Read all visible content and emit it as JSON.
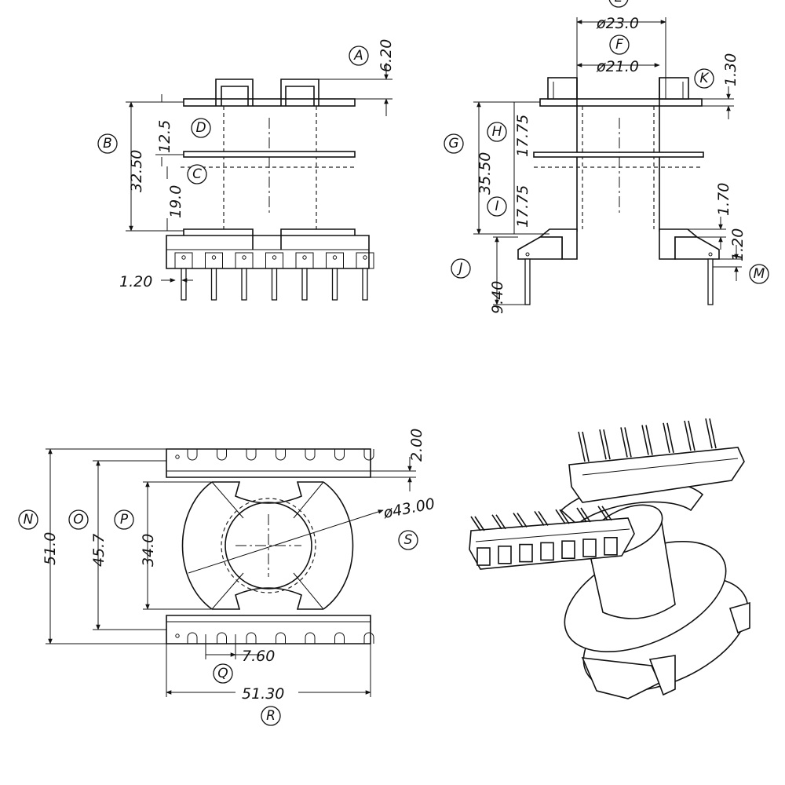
{
  "dimensions": {
    "a_height": "6.20",
    "b_height": "32.50",
    "d_height": "12.5",
    "c_height": "19.0",
    "pin_width_front": "1.20",
    "e_diameter": "ø23.0",
    "f_diameter": "ø21.0",
    "k_thickness": "1.30",
    "g_height": "35.50",
    "h_height": "17.75",
    "i_height": "17.75",
    "flange_thickness": "1.70",
    "m_thickness": "1.20",
    "j_pin_length": "9.40",
    "top_thickness": "2.00",
    "n_height": "51.0",
    "o_height": "45.7",
    "p_height": "34.0",
    "s_diameter": "ø43.00",
    "q_pitch": "7.60",
    "r_width": "51.30"
  },
  "labels": {
    "a": "A",
    "b": "B",
    "c": "C",
    "d": "D",
    "e": "E",
    "f": "F",
    "g": "G",
    "h": "H",
    "i": "I",
    "j": "J",
    "k": "K",
    "m": "M",
    "n": "N",
    "o": "O",
    "p": "P",
    "q": "Q",
    "r": "R",
    "s": "S"
  }
}
